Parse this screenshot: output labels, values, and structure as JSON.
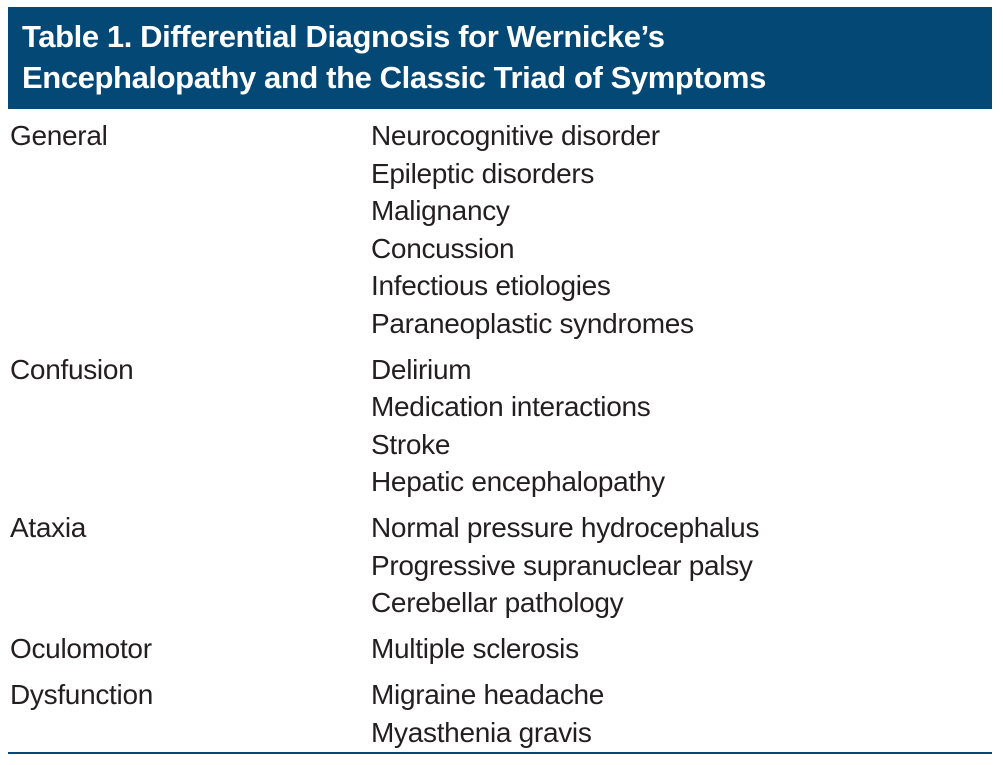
{
  "title": {
    "line1": "Table 1. Differential Diagnosis for Wernicke’s",
    "line2": "Encephalopathy and the Classic Triad of Symptoms"
  },
  "colors": {
    "header_bg": "#044876",
    "text": "#231f20"
  },
  "rows": [
    {
      "category": "General",
      "items": [
        "Neurocognitive disorder",
        "Epileptic disorders",
        "Malignancy",
        "Concussion",
        "Infectious etiologies",
        "Paraneoplastic syndromes"
      ]
    },
    {
      "category": "Confusion",
      "items": [
        "Delirium",
        "Medication interactions",
        "Stroke",
        "Hepatic encephalopathy"
      ]
    },
    {
      "category": "Ataxia",
      "items": [
        "Normal pressure hydrocephalus",
        "Progressive supranuclear palsy",
        "Cerebellar pathology"
      ]
    },
    {
      "category": "Oculomotor",
      "items": [
        "Multiple sclerosis"
      ]
    },
    {
      "category": "Dysfunction",
      "items": [
        "Migraine headache",
        "Myasthenia gravis"
      ]
    }
  ]
}
